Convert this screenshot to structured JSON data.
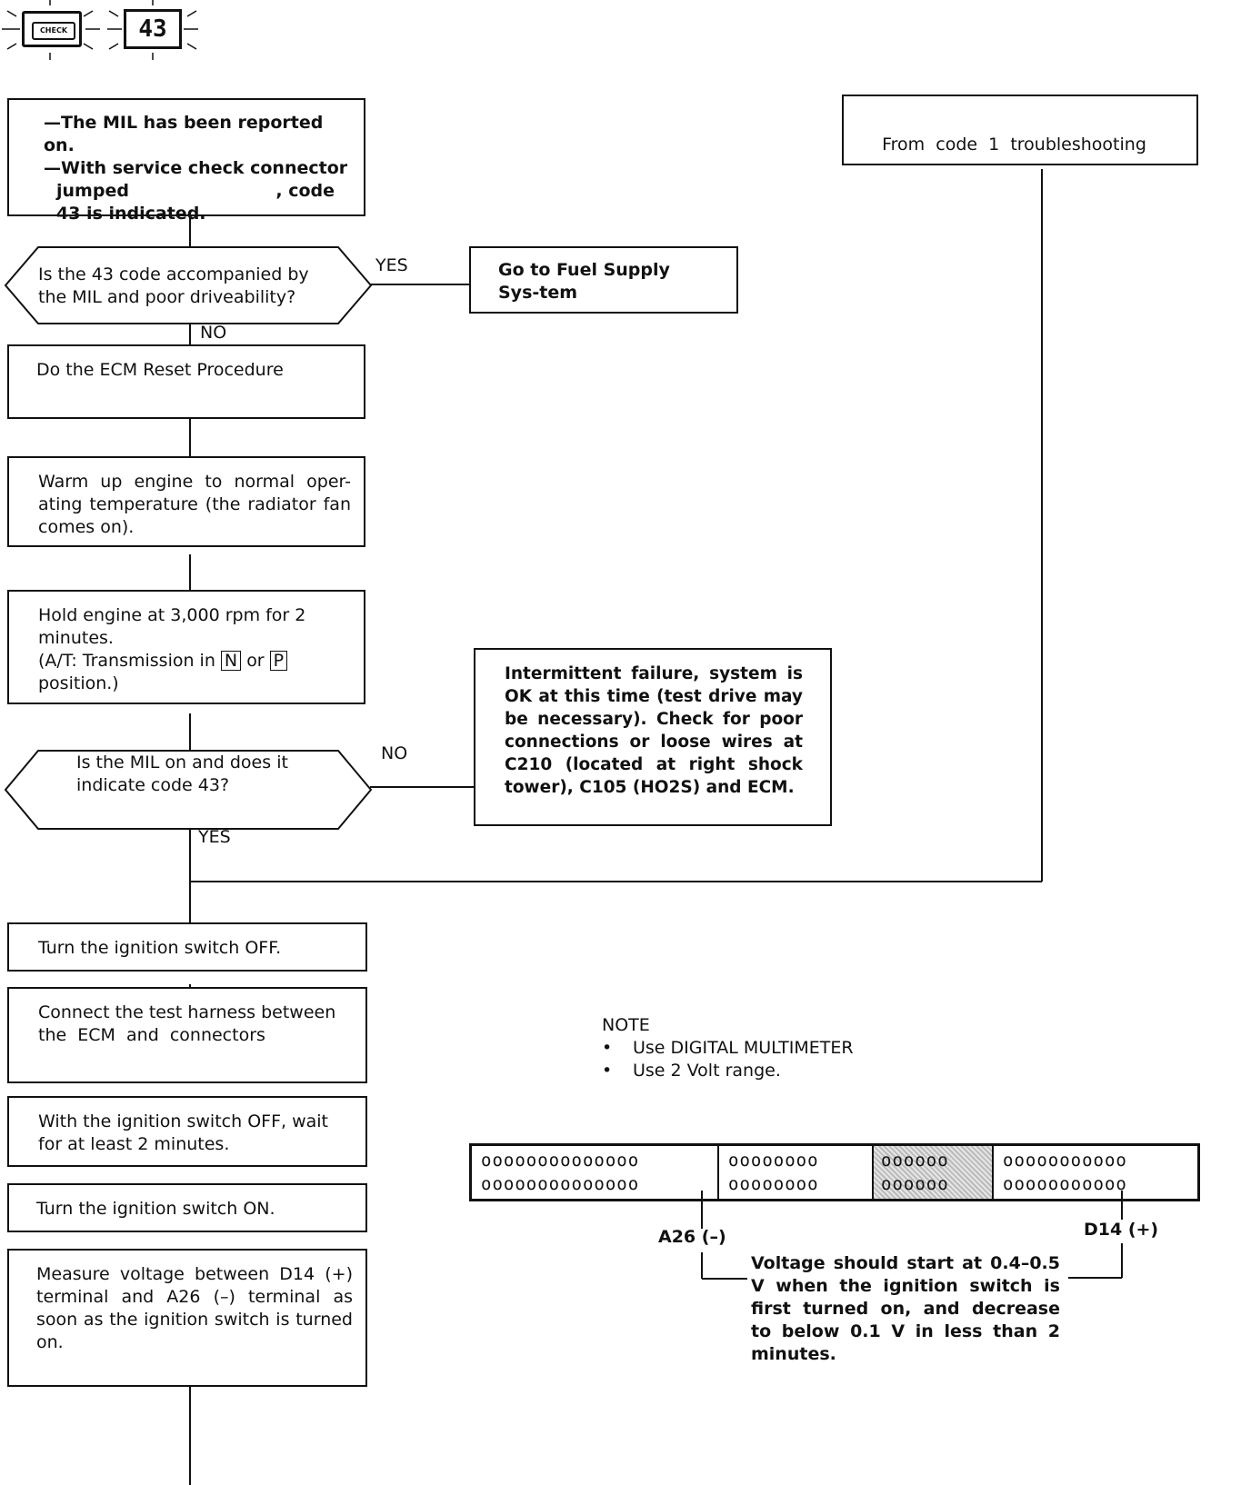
{
  "header": {
    "icon": "check-engine-icon",
    "code": "43"
  },
  "start_box": {
    "line1": "—The MIL has been reported on.",
    "line2": "—With service check connector",
    "line3a": "jumped",
    "line3b": ", code",
    "line4": "43 is indicated."
  },
  "from_code_box": "From  code  1  troubleshooting",
  "decision1": {
    "text": "Is the 43 code accompanied by the MIL and poor driveability?",
    "yes": "YES",
    "no": "NO"
  },
  "fuel_supply_box": "Go to Fuel Supply Sys-tem",
  "step_reset": "Do the ECM Reset Procedure",
  "step_warmup": "Warm up engine to normal oper-ating temperature (the radiator fan comes on).",
  "step_hold": {
    "line1": "Hold engine at 3,000 rpm for 2 minutes.",
    "line2a": "(A/T: Transmission in",
    "key_n": "N",
    "or": "or",
    "key_p": "P",
    "line3": "position.)"
  },
  "intermittent_box": "Intermittent failure, system is OK at this time (test drive may be necessary). Check for poor connections or loose wires at C210 (located at right shock tower), C105 (HO2S) and ECM.",
  "decision2": {
    "text": "Is the MIL on and does it indicate code 43?",
    "no": "NO",
    "yes": "YES"
  },
  "step_ign_off": "Turn the ignition switch OFF.",
  "step_harness": "Connect the test harness between the  ECM  and  connectors",
  "step_wait": "With the ignition switch OFF, wait for at least 2 minutes.",
  "step_ign_on": "Turn the ignition switch ON.",
  "step_measure": "Measure voltage between D14 (+) terminal and A26 (–) terminal as soon as the ignition switch is turned on.",
  "note": {
    "title": "NOTE",
    "items": [
      "Use DIGITAL MULTIMETER",
      "Use 2 Volt range."
    ]
  },
  "connector": {
    "seg_a_row": "oooooooooooooo",
    "seg_b_row": "oooooooo",
    "seg_c_row": "oooooo",
    "seg_d_row": "ooooooooooo",
    "label_a26": "A26 (–)",
    "label_d14": "D14 (+)"
  },
  "voltage_note": "Voltage should start at 0.4–0.5 V when the ignition switch is first turned on, and decrease to below 0.1 V in less than 2 minutes."
}
